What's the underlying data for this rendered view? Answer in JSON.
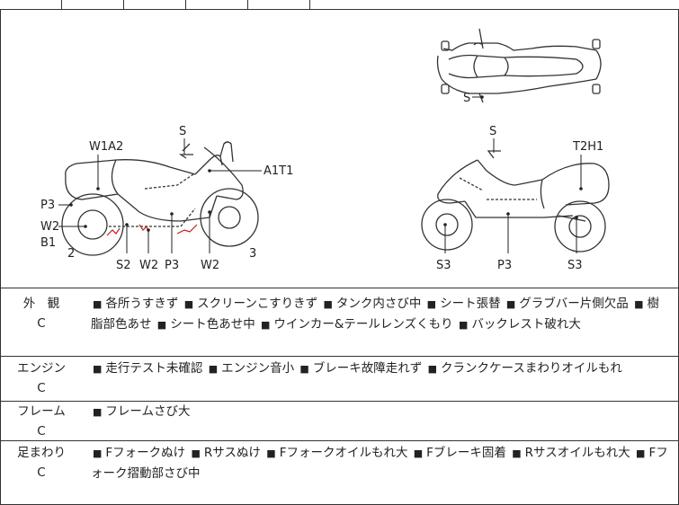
{
  "diagram": {
    "labels": {
      "top_s": "S",
      "left_s": "S",
      "w1a2": "W1A2",
      "a1t1": "A1T1",
      "p3_left": "P3",
      "w2_left": "W2",
      "b1": "B1",
      "n2": "2",
      "s2": "S2",
      "w2_b1": "W2",
      "p3_b": "P3",
      "w2_b2": "W2",
      "n3": "3",
      "right_s": "S",
      "t2h1": "T2H1",
      "s3_a": "S3",
      "p3_r": "P3",
      "s3_b": "S3"
    }
  },
  "rows": [
    {
      "name": "外　観",
      "grade": "C",
      "items": [
        "各所うすきず",
        "スクリーンこすりきず",
        "タンク内さび中",
        "シート張替",
        "グラブバー片側欠品",
        "樹脂部色あせ",
        "シート色あせ中",
        "ウインカー&テールレンズくもり",
        "バックレスト破れ大"
      ]
    },
    {
      "name": "エンジン",
      "grade": "C",
      "items": [
        "走行テスト未確認",
        "エンジン音小",
        "ブレーキ故障走れず",
        "クランクケースまわりオイルもれ"
      ]
    },
    {
      "name": "フレーム",
      "grade": "C",
      "items": [
        "フレームさび大"
      ]
    },
    {
      "name": "足まわり",
      "grade": "C",
      "items": [
        "Fフォークぬけ",
        "Rサスぬけ",
        "Fフォークオイルもれ大",
        "Fブレーキ固着",
        "Rサスオイルもれ大",
        "Fフォーク摺動部さび中"
      ]
    }
  ]
}
